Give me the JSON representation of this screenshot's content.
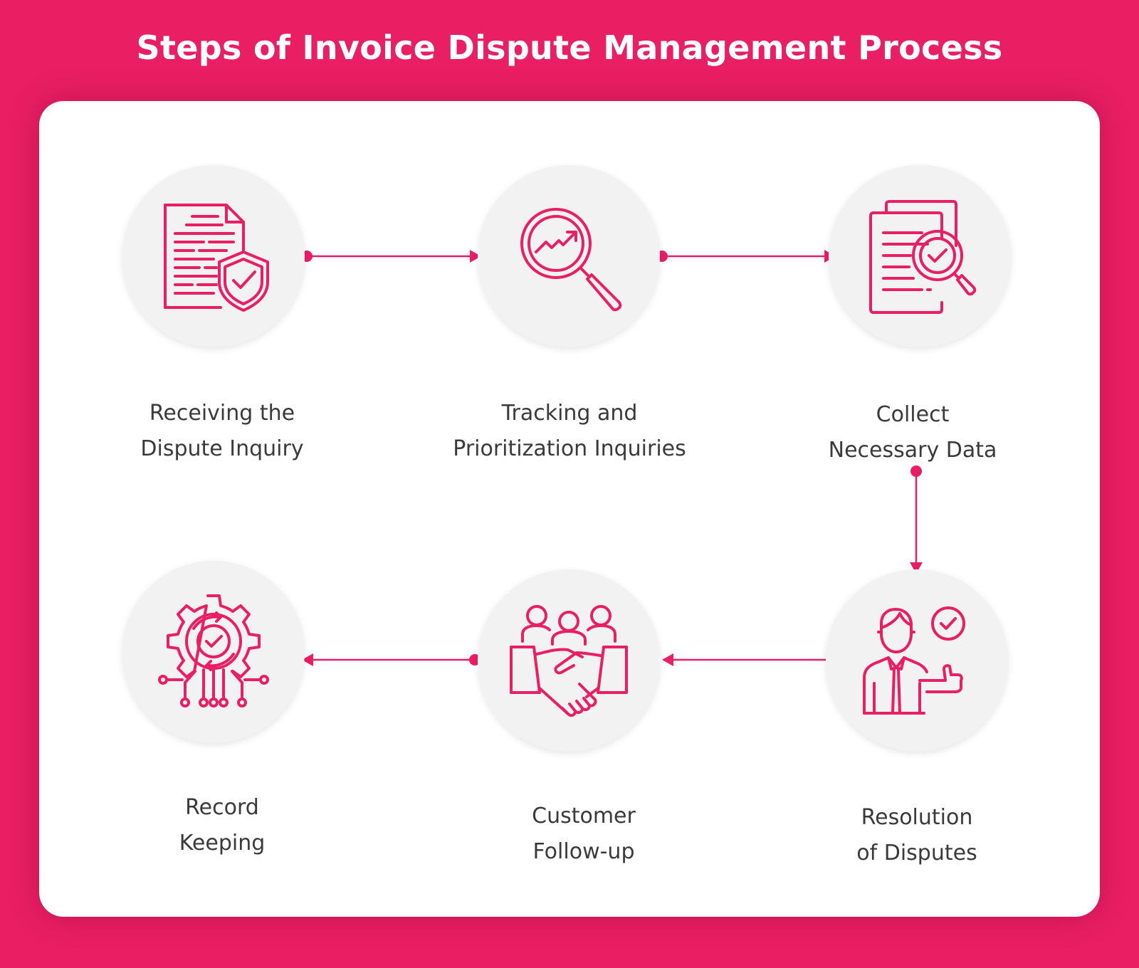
{
  "title": "Steps of Invoice Dispute Management Process",
  "colors": {
    "background": "#e91e63",
    "accent": "#e91e63",
    "card": "#ffffff",
    "circle": "#f2f2f2",
    "text": "#3a3a3a"
  },
  "steps": [
    {
      "line1": "Receiving the",
      "line2": "Dispute Inquiry",
      "icon": "document-shield-icon"
    },
    {
      "line1": "Tracking and",
      "line2": "Prioritization Inquiries",
      "icon": "magnifier-trend-icon"
    },
    {
      "line1": "Collect",
      "line2": "Necessary Data",
      "icon": "documents-search-check-icon"
    },
    {
      "line1": "Resolution",
      "line2": "of Disputes",
      "icon": "person-approval-icon"
    },
    {
      "line1": "Customer",
      "line2": "Follow-up",
      "icon": "team-handshake-icon"
    },
    {
      "line1": "Record",
      "line2": "Keeping",
      "icon": "gear-check-circuit-icon"
    }
  ]
}
